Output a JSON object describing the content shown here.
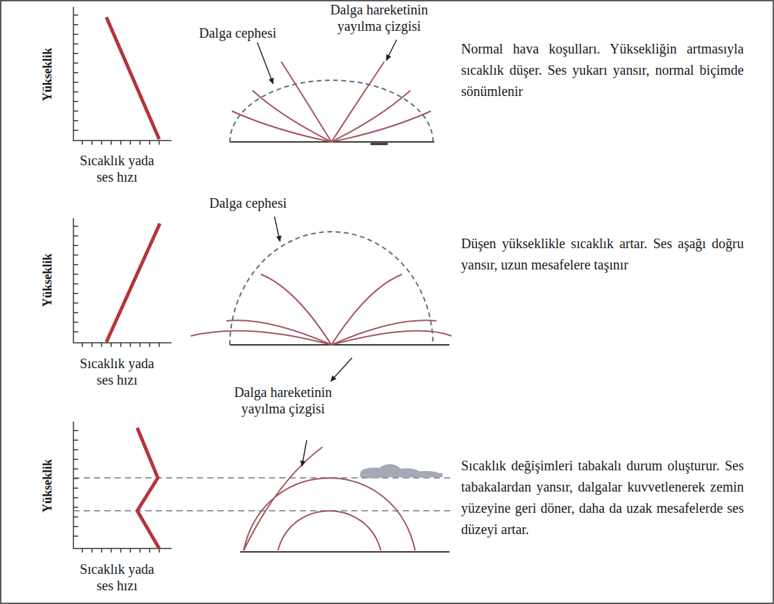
{
  "diagram": {
    "labels": [
      "Yükseklik",
      "Sıcaklık yada ses hızı",
      "Dalga cephesi",
      "Dalga hareketinin yayılma çizgisi",
      "Normal hava koşulları. Yüksekliğin artmasıyla sıcaklık düşer. Ses yukarı yansır, normal biçimde sönümlenir",
      "Dalga cephesi",
      "Yükseklik",
      "Sıcaklık yada ses hızı",
      "Düşen yükseklikle sıcaklık artar. Ses aşağı doğru yansır, uzun mesafelere taşınır",
      "Dalga hareketinin yayılma çizgisi",
      "Yükseklik",
      "Sıcaklık yada ses hızı",
      "Sıcaklık değişimleri tabakalı durum oluşturur. Ses tabakalardan yansır, dalgalar kuvvetlenerek zemin yüzeyine geri döner, daha da uzak mesafelerde ses düzeyi artar."
    ]
  }
}
